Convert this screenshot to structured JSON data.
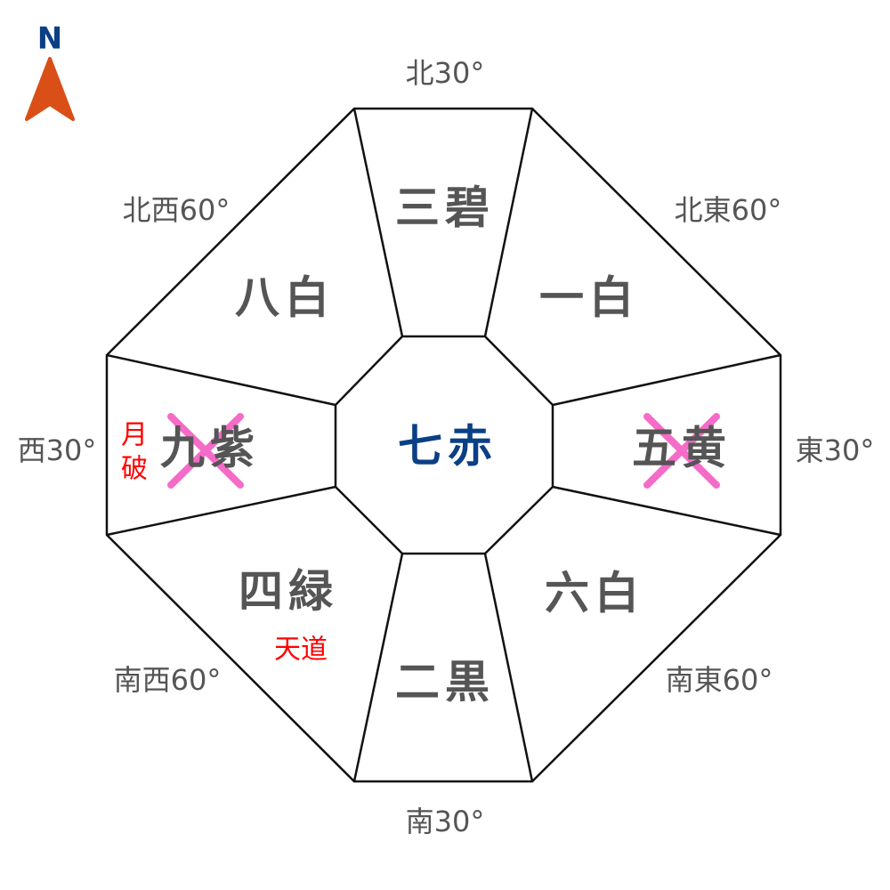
{
  "compass": {
    "north_label": "N",
    "arrow_color": "#d94f17",
    "label_color": "#0b3f86"
  },
  "directions": {
    "north": "北30°",
    "northeast": "北東60°",
    "east": "東30°",
    "southeast": "南東60°",
    "south": "南30°",
    "southwest": "南西60°",
    "west": "西30°",
    "northwest": "北西60°"
  },
  "stars": {
    "center": "七赤",
    "north": "三碧",
    "northeast": "一白",
    "east": "五黄",
    "southeast": "六白",
    "south": "二黒",
    "southwest": "四緑",
    "west": "九紫",
    "northwest": "八白"
  },
  "marks": {
    "west_annotation_1": "月",
    "west_annotation_2": "破",
    "southwest_annotation": "天道",
    "crossed_out": [
      "east",
      "west"
    ],
    "cross_color": "#f56bc8"
  }
}
